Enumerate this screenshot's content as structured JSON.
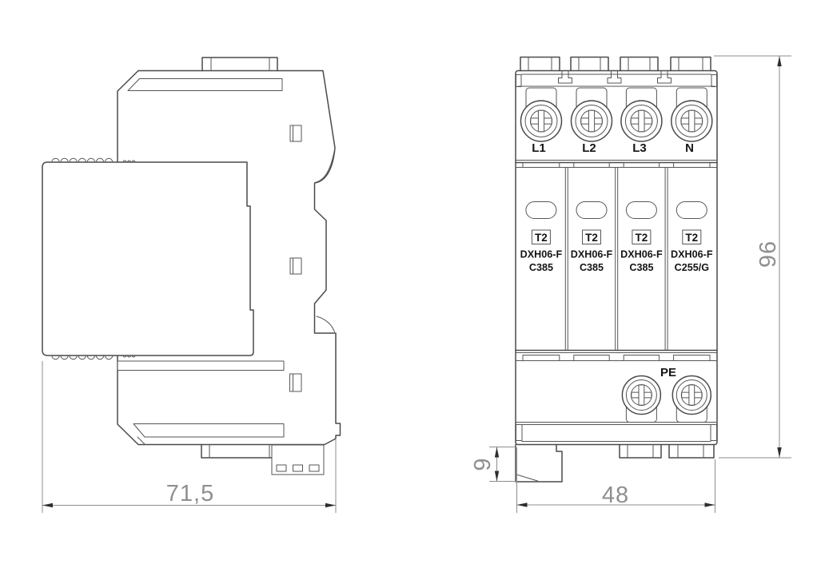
{
  "drawing_title": "surge-protective-device-dimension-drawing",
  "colors": {
    "background": "#ffffff",
    "outline": "#4a4a4a",
    "dimension_line": "#8d8d8d",
    "dimension_text": "#8f8f8f",
    "arrow": "#2e2e2e",
    "label_text": "#141414"
  },
  "side_view": {
    "dims": {
      "width": "71,5"
    }
  },
  "front_view": {
    "terminal_labels": [
      "L1",
      "L2",
      "L3",
      "N"
    ],
    "pe_label": "PE",
    "modules": [
      {
        "class": "T2",
        "model": "DXH06-F",
        "code": "C385"
      },
      {
        "class": "T2",
        "model": "DXH06-F",
        "code": "C385"
      },
      {
        "class": "T2",
        "model": "DXH06-F",
        "code": "C385"
      },
      {
        "class": "T2",
        "model": "DXH06-F",
        "code": "C255/G"
      }
    ],
    "dims": {
      "width": "48",
      "height": "96",
      "foot_depth": "9"
    }
  }
}
